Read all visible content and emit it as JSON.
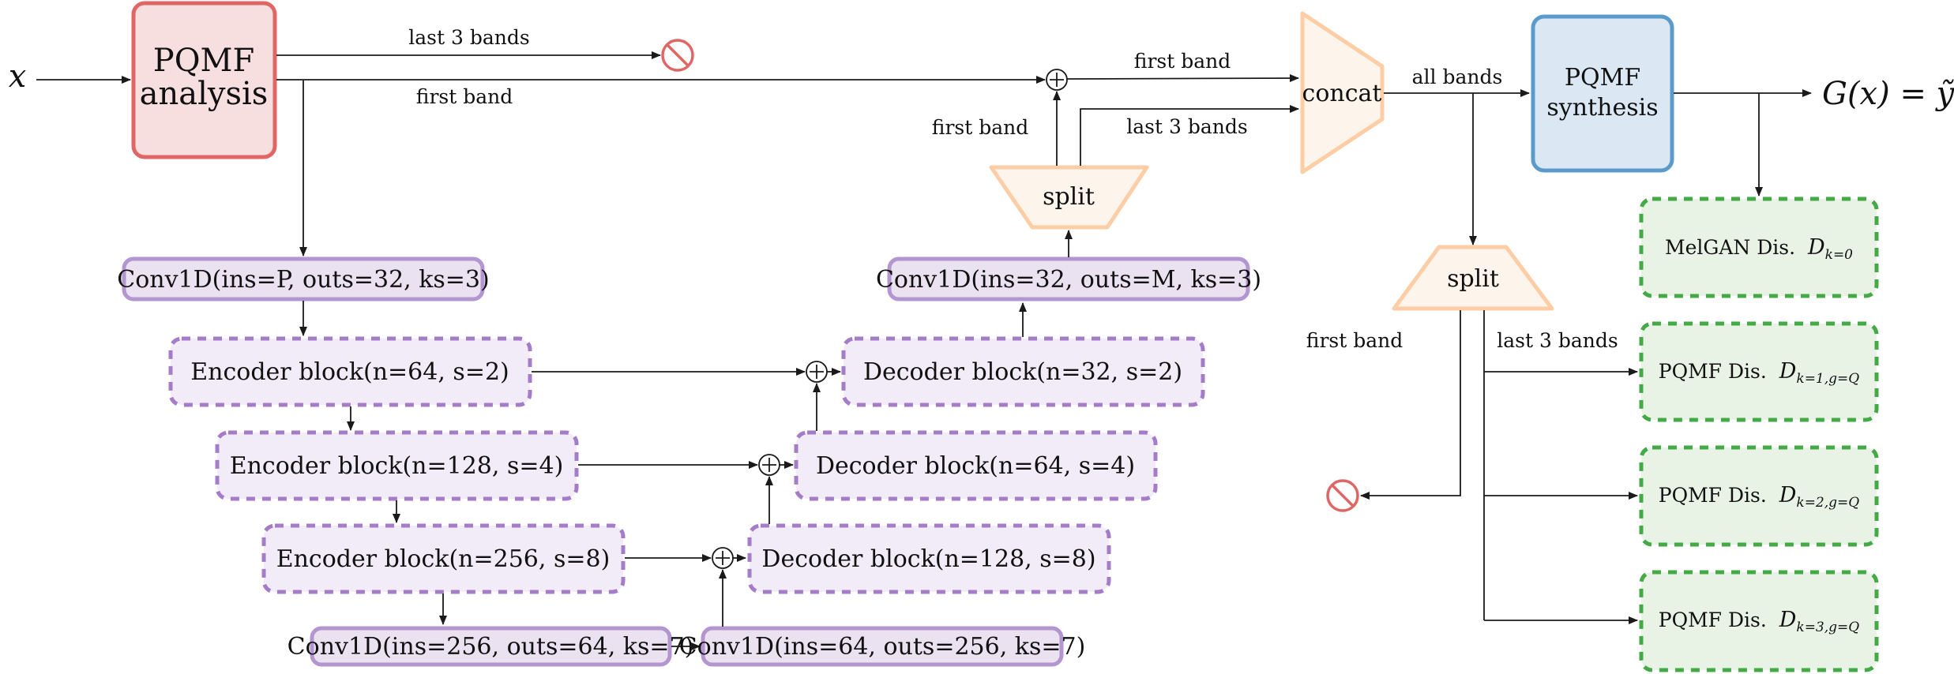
{
  "input": {
    "symbol": "x"
  },
  "output": {
    "expression_main": "G(x) = ",
    "expression_tilde": "ỹ"
  },
  "blocks": {
    "pqmf_analysis": {
      "line1": "PQMF",
      "line2": "analysis"
    },
    "pqmf_synthesis": {
      "line1": "PQMF",
      "line2": "synthesis"
    },
    "concat": {
      "label": "concat"
    },
    "split_top": {
      "label": "split"
    },
    "split_bottom": {
      "label": "split"
    },
    "conv_in": {
      "label": "Conv1D(ins=P, outs=32, ks=3)"
    },
    "conv_out": {
      "label": "Conv1D(ins=32, outs=M, ks=3)"
    },
    "conv_bottleneck_1": {
      "label": "Conv1D(ins=256, outs=64, ks=7)"
    },
    "conv_bottleneck_2": {
      "label": "Conv1D(ins=64, outs=256, ks=7)"
    },
    "encoders": [
      {
        "label": "Encoder block(n=64, s=2)"
      },
      {
        "label": "Encoder block(n=128, s=4)"
      },
      {
        "label": "Encoder block(n=256, s=8)"
      }
    ],
    "decoders": [
      {
        "label": "Decoder block(n=32, s=2)"
      },
      {
        "label": "Decoder block(n=64, s=4)"
      },
      {
        "label": "Decoder block(n=128, s=8)"
      }
    ],
    "discriminators": [
      {
        "name": "MelGAN Dis.",
        "symbol": "D",
        "subscript": "k=0"
      },
      {
        "name": "PQMF Dis.",
        "symbol": "D",
        "subscript": "k=1,g=Q"
      },
      {
        "name": "PQMF Dis.",
        "symbol": "D",
        "subscript": "k=2,g=Q"
      },
      {
        "name": "PQMF Dis.",
        "symbol": "D",
        "subscript": "k=3,g=Q"
      }
    ]
  },
  "edge_labels": {
    "analysis_last3": "last 3 bands",
    "analysis_first": "first band",
    "concat_first_in": "first band",
    "split_first_out": "first band",
    "split_last3_out": "last 3 bands",
    "concat_out": "all bands",
    "split2_first": "first band",
    "split2_last3": "last 3 bands"
  },
  "symbols": {
    "sum": "+",
    "discard": "discard-icon"
  },
  "colors": {
    "analysis": "#e06666",
    "synthesis": "#5b9bcb",
    "split_concat": "#fdcda6",
    "network": "#a57cc8",
    "discriminator": "#43aa45"
  }
}
